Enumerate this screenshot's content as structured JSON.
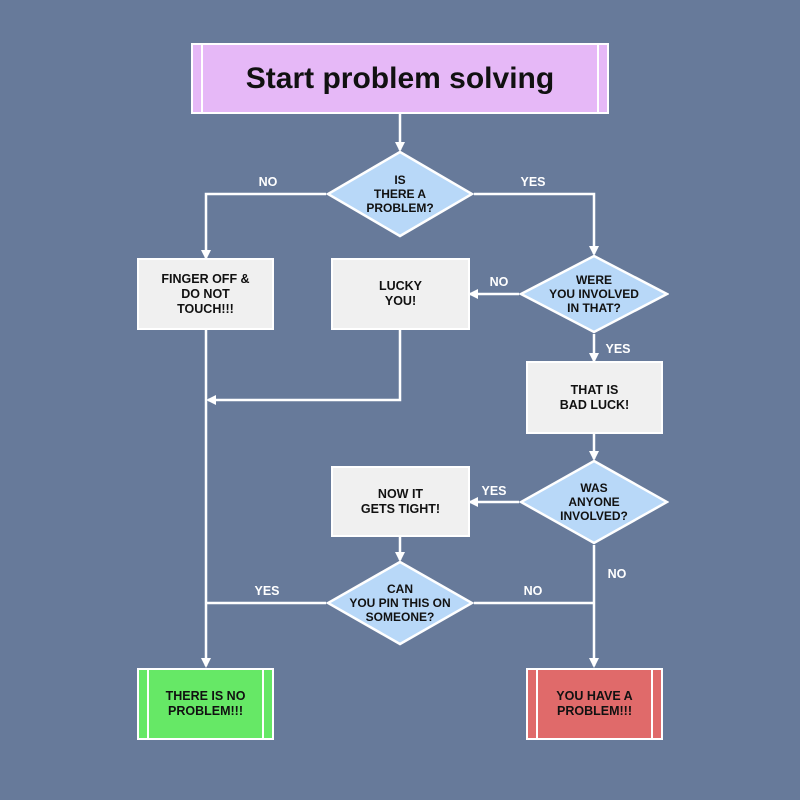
{
  "colors": {
    "background": "#677a9a",
    "start_fill": "#e6b8f7",
    "decision_fill": "#b8d8f8",
    "process_fill": "#f0f0f0",
    "no_problem_fill": "#66e866",
    "problem_fill": "#e06a6a",
    "stroke": "#ffffff"
  },
  "nodes": {
    "start": "Start problem solving",
    "is_problem": "IS\nTHERE A\nPROBLEM?",
    "finger_off": "FINGER OFF &\nDO NOT\nTOUCH!!!",
    "lucky_you": "LUCKY\nYOU!",
    "were_involved": "WERE\nYOU INVOLVED\nIN THAT?",
    "bad_luck": "THAT IS\nBAD LUCK!",
    "anyone_involved": "WAS\nANYONE\nINVOLVED?",
    "gets_tight": "NOW IT\nGETS TIGHT!",
    "pin_on": "CAN\nYOU PIN THIS ON\nSOMEONE?",
    "no_problem": "THERE IS NO\nPROBLEM!!!",
    "have_problem": "YOU HAVE A\nPROBLEM!!!"
  },
  "edge_labels": {
    "is_problem_no": "NO",
    "is_problem_yes": "YES",
    "were_involved_no": "NO",
    "were_involved_yes": "YES",
    "anyone_involved_yes": "YES",
    "anyone_involved_no": "NO",
    "pin_on_yes": "YES",
    "pin_on_no": "NO"
  }
}
